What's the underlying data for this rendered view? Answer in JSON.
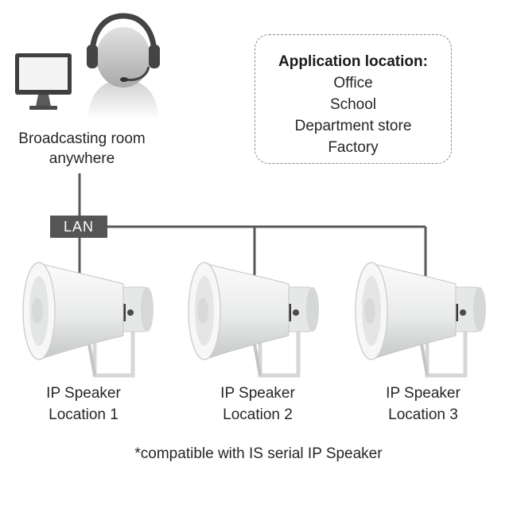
{
  "broadcast": {
    "line1": "Broadcasting room",
    "line2": "anywhere",
    "icons": [
      "computer-monitor-icon",
      "operator-headset-icon"
    ]
  },
  "application": {
    "title": "Application location:",
    "items": [
      "Office",
      "School",
      "Department store",
      "Factory"
    ]
  },
  "network": {
    "label": "LAN",
    "line_color": "#595959"
  },
  "speakers": [
    {
      "line1": "IP Speaker",
      "line2": "Location 1"
    },
    {
      "line1": "IP Speaker",
      "line2": "Location 2"
    },
    {
      "line1": "IP Speaker",
      "line2": "Location 3"
    }
  ],
  "footnote": "*compatible with IS serial IP Speaker",
  "colors": {
    "speaker_body": "#eef0ef",
    "speaker_shade": "#c9cccb",
    "line": "#595959",
    "badge": "#555555"
  }
}
